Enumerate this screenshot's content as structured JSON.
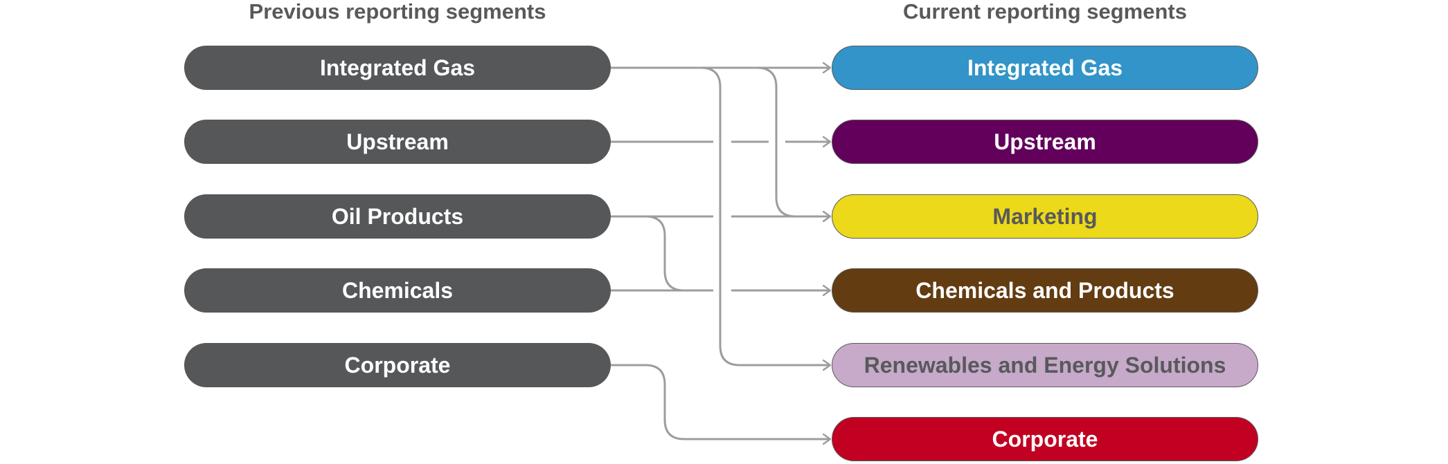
{
  "headings": {
    "previous": "Previous reporting segments",
    "current": "Current reporting segments"
  },
  "previous_segments": [
    {
      "label": "Integrated Gas"
    },
    {
      "label": "Upstream"
    },
    {
      "label": "Oil Products"
    },
    {
      "label": "Chemicals"
    },
    {
      "label": "Corporate"
    }
  ],
  "current_segments": [
    {
      "label": "Integrated Gas",
      "color": "#3294c8",
      "text_color": "#ffffff"
    },
    {
      "label": "Upstream",
      "color": "#62005c",
      "text_color": "#ffffff"
    },
    {
      "label": "Marketing",
      "color": "#ecd91a",
      "text_color": "#58595b"
    },
    {
      "label": "Chemicals and Products",
      "color": "#633c12",
      "text_color": "#ffffff"
    },
    {
      "label": "Renewables and Energy Solutions",
      "color": "#c7a9c9",
      "text_color": "#58595b"
    },
    {
      "label": "Corporate",
      "color": "#c20022",
      "text_color": "#ffffff"
    }
  ],
  "mappings": [
    {
      "from": "Integrated Gas",
      "to": [
        "Integrated Gas",
        "Marketing",
        "Renewables and Energy Solutions"
      ]
    },
    {
      "from": "Upstream",
      "to": [
        "Upstream"
      ]
    },
    {
      "from": "Oil Products",
      "to": [
        "Marketing",
        "Chemicals and Products"
      ]
    },
    {
      "from": "Chemicals",
      "to": [
        "Chemicals and Products"
      ]
    },
    {
      "from": "Corporate",
      "to": [
        "Corporate"
      ]
    }
  ],
  "connector_color": "#9d9d9d"
}
